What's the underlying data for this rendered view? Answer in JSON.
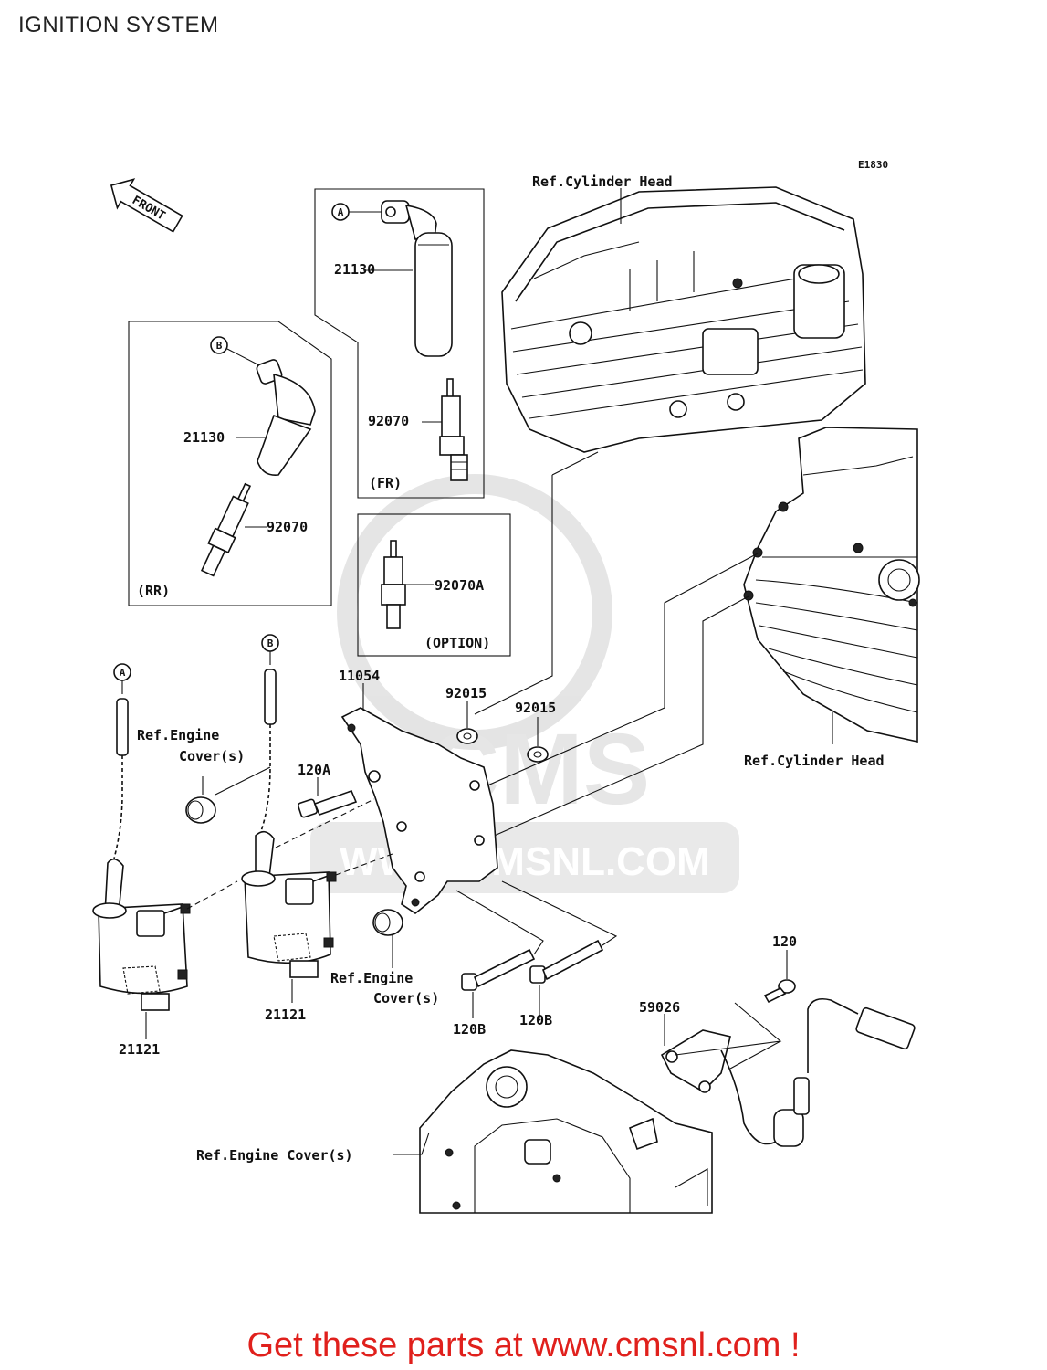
{
  "title": "IGNITION SYSTEM",
  "diagram_code": "E1830",
  "front_label": "FRONT",
  "callouts": {
    "a": "A",
    "b": "B"
  },
  "parts": {
    "p21130_fr": "21130",
    "p92070_fr": "92070",
    "fr_box": "(FR)",
    "p21130_rr": "21130",
    "p92070_rr": "92070",
    "rr_box": "(RR)",
    "p92070a": "92070A",
    "option_box": "(OPTION)",
    "p11054": "11054",
    "p92015_a": "92015",
    "p92015_b": "92015",
    "p120a": "120A",
    "p120b_a": "120B",
    "p120b_b": "120B",
    "p120": "120",
    "p59026": "59026",
    "p21121_a": "21121",
    "p21121_b": "21121"
  },
  "refs": {
    "cyl_head_top": "Ref.Cylinder Head",
    "cyl_head_right": "Ref.Cylinder Head",
    "engine_cover_1_l1": "Ref.Engine",
    "engine_cover_1_l2": "Cover(s)",
    "engine_cover_2_l1": "Ref.Engine",
    "engine_cover_2_l2": "Cover(s)",
    "engine_cover_3": "Ref.Engine Cover(s)"
  },
  "watermark": {
    "brand": "CMS",
    "url": "WWW.CMSNL.COM"
  },
  "footer": "Get these parts at www.cmsnl.com !"
}
